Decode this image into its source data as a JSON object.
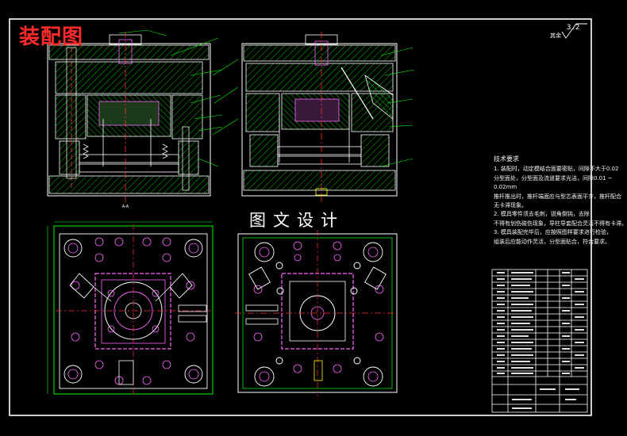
{
  "drawing": {
    "title": "装配图",
    "watermark": "图文设计",
    "roughness_value": "3.2",
    "roughness_note": "其余",
    "section_label": "A-A",
    "tech_requirements": {
      "heading": "技术要求",
      "lines": [
        "1. 装配时，动定模结合面要密贴，间隙不大于0.02",
        "分型面处，分型面及流道要求光洁，间隙0.01 ~",
        "0.02mm",
        "推杆推出时，推杆端面应与型芯表面平齐，推杆配合",
        "无卡滞现象。",
        "2. 模具零件须去毛刺，锐角倒钝，去除",
        "不得有划伤碰伤现象，导柱导套配合灵活不得有卡滞。",
        "3. 模具装配完毕后，应按照图样要求进行检验，",
        "组装后应能动作灵活，分型面贴合，符合要求。"
      ]
    },
    "colors": {
      "background": "#000000",
      "outline": "#ffffff",
      "hatch": "#00ff00",
      "part": "#ff66ff",
      "center": "#ff3030",
      "frame": "#ffffff",
      "detail": "#ffff00"
    }
  }
}
